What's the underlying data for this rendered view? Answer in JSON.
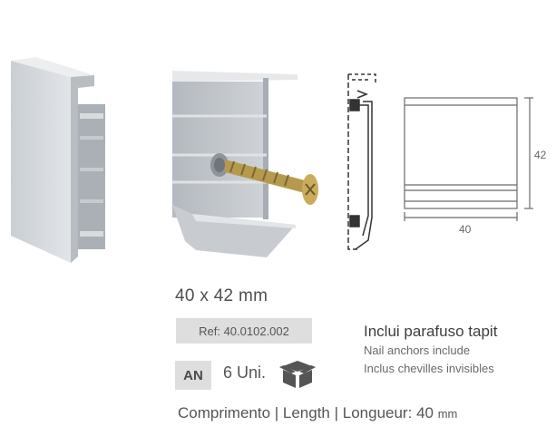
{
  "product": {
    "size_title": "40 x 42 mm",
    "ref": "Ref: 40.0102.002",
    "finish_code": "AN",
    "units": "6 Uni.",
    "package_icon": "box-icon",
    "includes": {
      "main": "Inclui parafuso tapit",
      "sub1": "Nail anchors include",
      "sub2": "Inclus chevilles invisibles"
    },
    "length": {
      "label": "Comprimento | Length | Longueur:",
      "value": "40",
      "unit": "mm"
    }
  },
  "drawing": {
    "height_dim": "42",
    "width_dim": "40"
  },
  "colors": {
    "aluminium_light": "#d4d8dc",
    "aluminium_mid": "#b9bec4",
    "aluminium_dark": "#9aa0a6",
    "ref_box_bg": "#dedede",
    "screw_gold": "#b59a4e"
  }
}
